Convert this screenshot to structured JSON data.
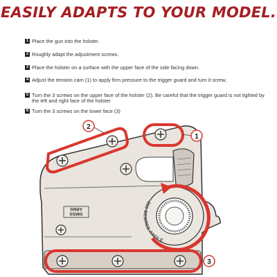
{
  "headline": "EASILY ADAPTS TO YOUR MODEL.",
  "steps": [
    {
      "number": "1",
      "text": "Place the gun into the holster."
    },
    {
      "number": "2",
      "text": "Roughly adapt the adjustment screws."
    },
    {
      "number": "3",
      "text": "Place the holster on a surface with the upper face of the side facing down."
    },
    {
      "number": "4",
      "text": "Adjust the tension cam (1) to apply firm pressure to the trigger guard and turn it screw."
    },
    {
      "number": "5",
      "text": "Turn the 3 screws on the upper face of the holster (2). Be careful that the trigger guard is not tighted by the left and right face of the holster"
    },
    {
      "number": "6",
      "text": "Turn the 3 screws on the lower face (3)"
    }
  ],
  "diagram": {
    "callouts": [
      "1",
      "2",
      "3"
    ],
    "brand_line1": "SWISS",
    "brand_line2": "ARMS",
    "arc_label": "360 DEGREE ANGLE ADJUSTMENT",
    "colors": {
      "accent": "#d9362f",
      "body": "#e9e4dd",
      "outline": "#333333",
      "headline": "#a51e22"
    }
  }
}
